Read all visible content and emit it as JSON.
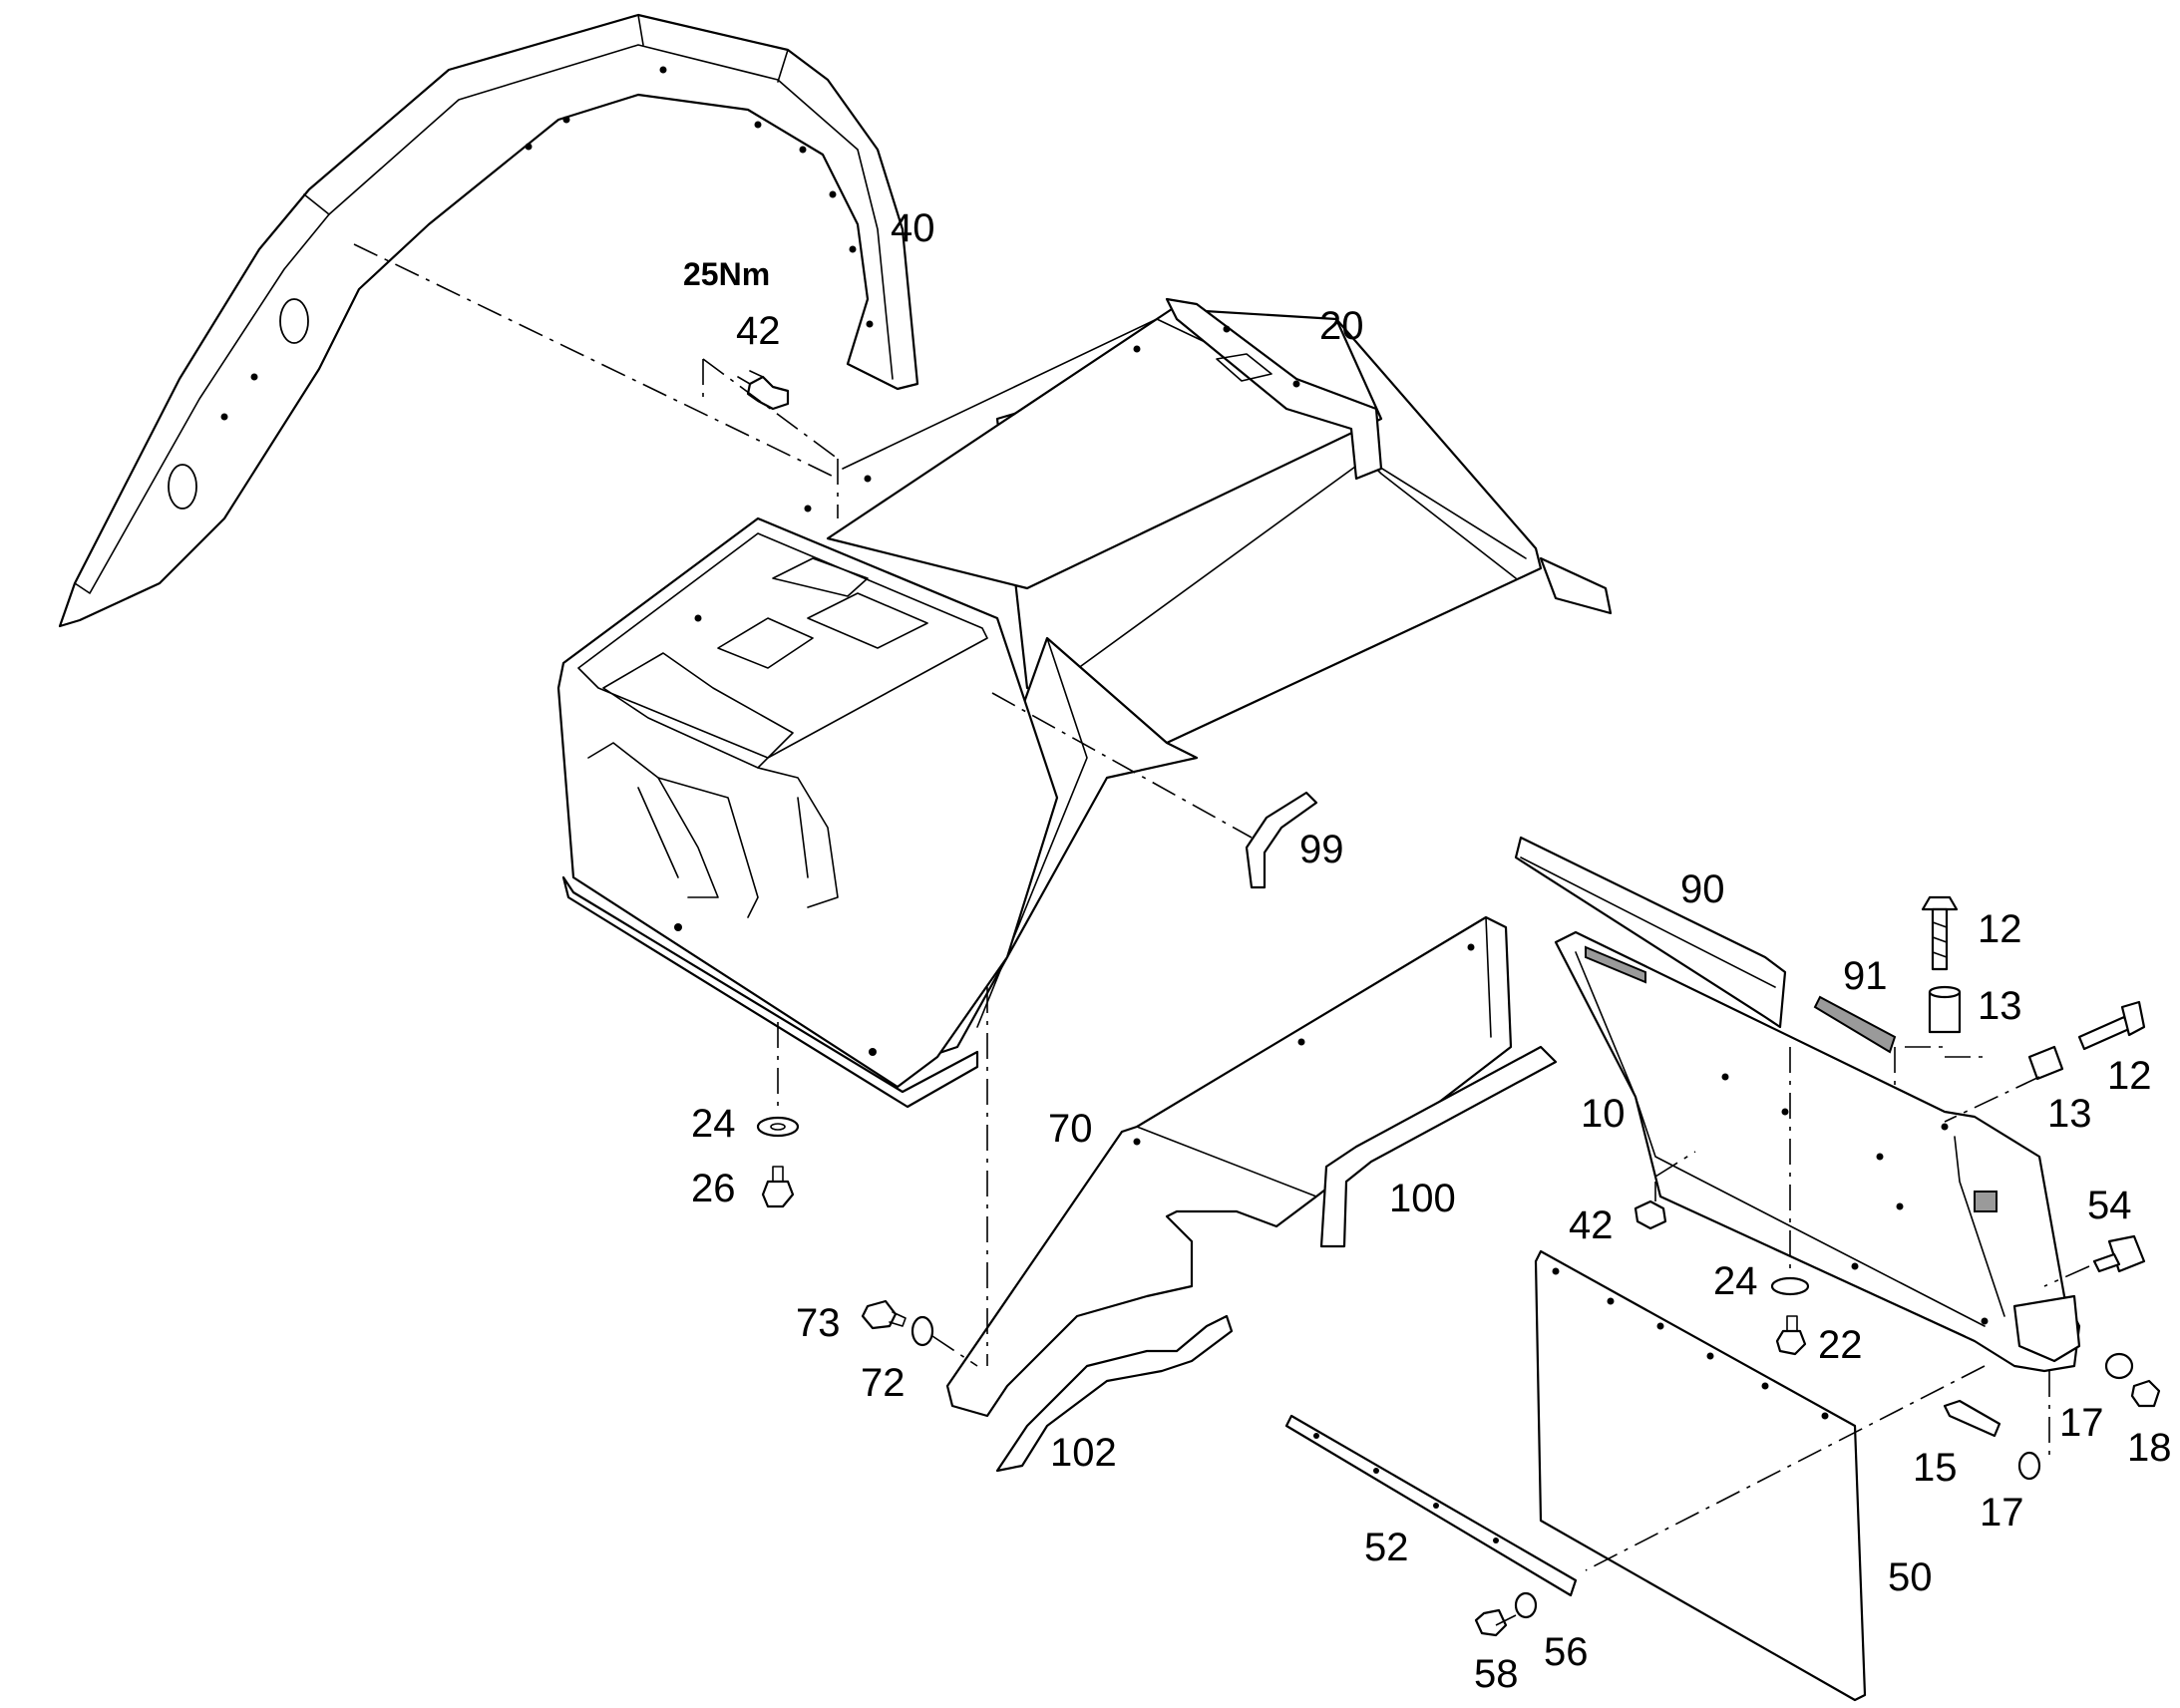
{
  "diagram": {
    "torque_note": "25Nm",
    "callouts": [
      {
        "id": "c40",
        "text": "40"
      },
      {
        "id": "c42a",
        "text": "42"
      },
      {
        "id": "c20",
        "text": "20"
      },
      {
        "id": "c99",
        "text": "99"
      },
      {
        "id": "c90",
        "text": "90"
      },
      {
        "id": "c12a",
        "text": "12"
      },
      {
        "id": "c91",
        "text": "91"
      },
      {
        "id": "c13a",
        "text": "13"
      },
      {
        "id": "c12b",
        "text": "12"
      },
      {
        "id": "c13b",
        "text": "13"
      },
      {
        "id": "c10",
        "text": "10"
      },
      {
        "id": "c54",
        "text": "54"
      },
      {
        "id": "c24a",
        "text": "24"
      },
      {
        "id": "c26",
        "text": "26"
      },
      {
        "id": "c70",
        "text": "70"
      },
      {
        "id": "c100",
        "text": "100"
      },
      {
        "id": "c42b",
        "text": "42"
      },
      {
        "id": "c24b",
        "text": "24"
      },
      {
        "id": "c22",
        "text": "22"
      },
      {
        "id": "c73",
        "text": "73"
      },
      {
        "id": "c72",
        "text": "72"
      },
      {
        "id": "c102",
        "text": "102"
      },
      {
        "id": "c17a",
        "text": "17"
      },
      {
        "id": "c18",
        "text": "18"
      },
      {
        "id": "c15",
        "text": "15"
      },
      {
        "id": "c17b",
        "text": "17"
      },
      {
        "id": "c52",
        "text": "52"
      },
      {
        "id": "c50",
        "text": "50"
      },
      {
        "id": "c58",
        "text": "58"
      },
      {
        "id": "c56",
        "text": "56"
      }
    ]
  }
}
